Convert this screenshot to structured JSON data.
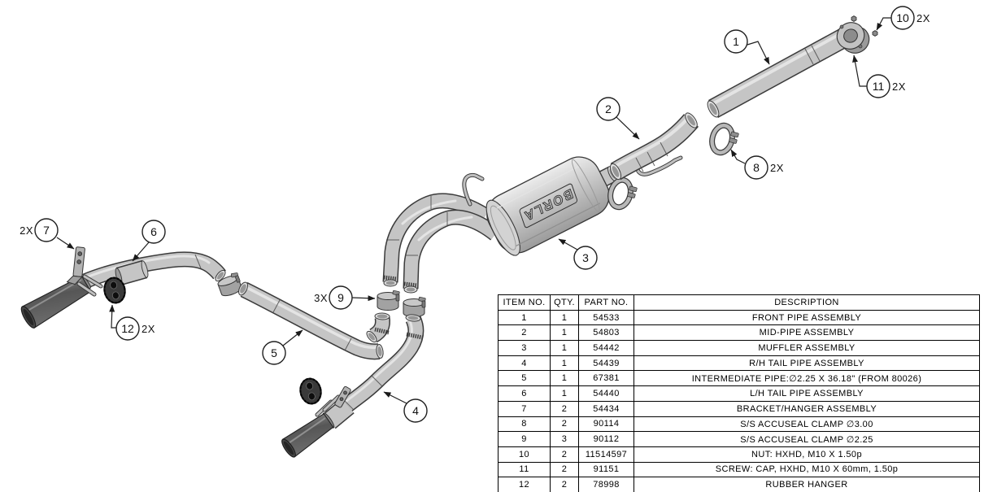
{
  "diagram": {
    "muffler_logo": "BORLA",
    "callouts": [
      {
        "label": "1"
      },
      {
        "label": "2"
      },
      {
        "label": "3"
      },
      {
        "label": "4"
      },
      {
        "label": "5"
      },
      {
        "label": "6"
      },
      {
        "label": "7",
        "qty": "2X"
      },
      {
        "label": "8",
        "qty": "2X"
      },
      {
        "label": "9",
        "qty": "3X"
      },
      {
        "label": "10",
        "qty": "2X"
      },
      {
        "label": "11",
        "qty": "2X"
      },
      {
        "label": "12",
        "qty": "2X"
      }
    ]
  },
  "parts_table": {
    "headers": [
      "ITEM NO.",
      "QTY.",
      "PART NO.",
      "DESCRIPTION"
    ],
    "rows": [
      [
        "1",
        "1",
        "54533",
        "FRONT PIPE ASSEMBLY"
      ],
      [
        "2",
        "1",
        "54803",
        "MID-PIPE ASSEMBLY"
      ],
      [
        "3",
        "1",
        "54442",
        "MUFFLER ASSEMBLY"
      ],
      [
        "4",
        "1",
        "54439",
        "R/H TAIL PIPE ASSEMBLY"
      ],
      [
        "5",
        "1",
        "67381",
        "INTERMEDIATE PIPE:∅2.25 X 36.18\" (FROM 80026)"
      ],
      [
        "6",
        "1",
        "54440",
        "L/H TAIL PIPE ASSEMBLY"
      ],
      [
        "7",
        "2",
        "54434",
        "BRACKET/HANGER ASSEMBLY"
      ],
      [
        "8",
        "2",
        "90114",
        "S/S ACCUSEAL CLAMP  ∅3.00"
      ],
      [
        "9",
        "3",
        "90112",
        "S/S ACCUSEAL CLAMP  ∅2.25"
      ],
      [
        "10",
        "2",
        "11514597",
        "NUT: HXHD, M10 X 1.50p"
      ],
      [
        "11",
        "2",
        "91151",
        "SCREW: CAP, HXHD, M10 X 60mm, 1.50p"
      ],
      [
        "12",
        "2",
        "78998",
        "RUBBER HANGER"
      ]
    ]
  }
}
